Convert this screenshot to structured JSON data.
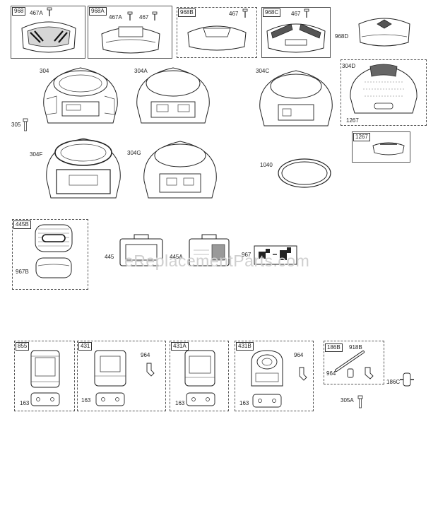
{
  "watermark": "eReplacementParts.com",
  "callouts": {
    "g968": "968",
    "g968a": "968A",
    "g968b": "968B",
    "g968c": "968C",
    "p968d": "968D",
    "p467_1": "467A",
    "p467_2": "467A",
    "p467_3": "467",
    "p467_4": "467",
    "p467_5": "467",
    "p304": "304",
    "p304a": "304A",
    "p304c": "304C",
    "p304d": "304D",
    "p305": "305",
    "p1267a": "1267",
    "g1267": "1267",
    "p304f": "304F",
    "p304g": "304G",
    "p1040": "1040",
    "g445b": "445B",
    "p967b": "967B",
    "p445": "445",
    "p445a": "445A",
    "p967": "967",
    "g855": "855",
    "p163_1": "163",
    "g431": "431",
    "p964_1": "964",
    "p163_2": "163",
    "g431a": "431A",
    "p163_3": "163",
    "g431b": "431B",
    "p964_2": "964",
    "p163_4": "163",
    "g186b": "186B",
    "p918b": "918B",
    "p964_3": "964",
    "p186c": "186C",
    "p305a": "305A"
  }
}
